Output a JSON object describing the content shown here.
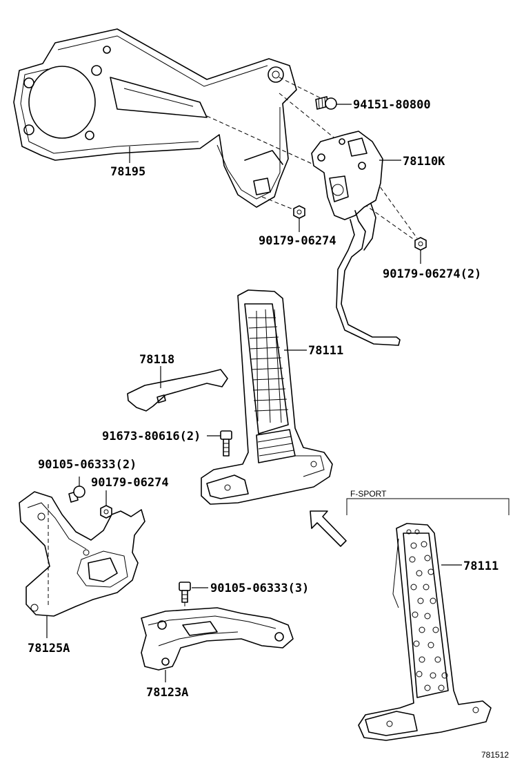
{
  "labels": {
    "p78195": "78195",
    "p94151": "94151-80800",
    "p78110k": "78110K",
    "p90179_a": "90179-06274",
    "p90179_b": "90179-06274(2)",
    "p78118": "78118",
    "p78111_a": "78111",
    "p91673": "91673-80616(2)",
    "p90105_a": "90105-06333(2)",
    "p90179_c": "90179-06274",
    "p78125a": "78125A",
    "p90105_b": "90105-06333(3)",
    "p78123a": "78123A",
    "fsport": "F-SPORT",
    "p78111_b": "78111",
    "diagram_id": "781512"
  },
  "icons": {
    "arrow": "up-left-arrow-icon"
  }
}
